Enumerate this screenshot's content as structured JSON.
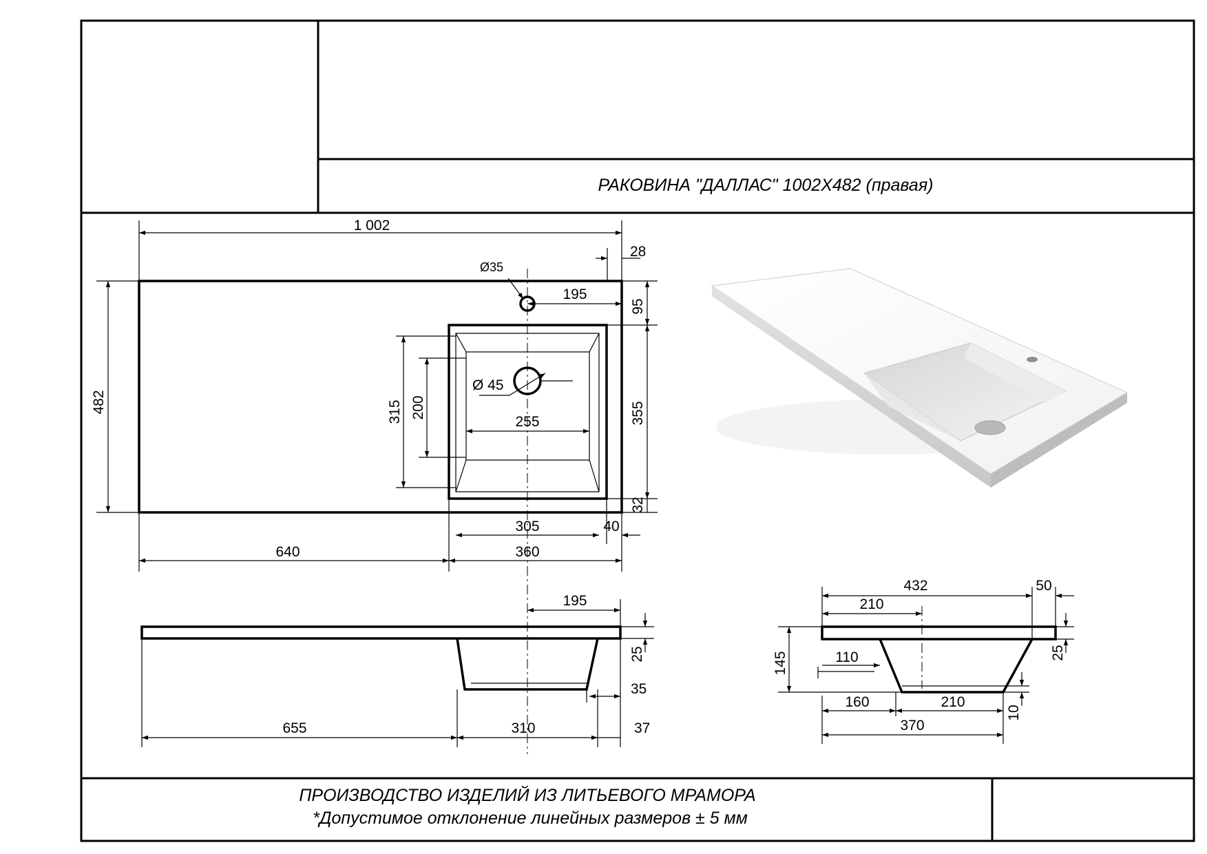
{
  "title": "РАКОВИНА \"ДАЛЛАС\" 1002Х482 (правая)",
  "footer": {
    "line1": "ПРОИЗВОДСТВО ИЗДЕЛИЙ ИЗ ЛИТЬЕВОГО МРАМОРА",
    "line2": "*Допустимое отклонение линейных размеров ±    5 мм"
  },
  "top_view": {
    "overall_width": "1 002",
    "overall_depth": "482",
    "edge_right": "28",
    "tap_hole": "Ø35",
    "tap_offset": "195",
    "tap_depth": "95",
    "bowl_depth": "355",
    "bowl_front": "32",
    "bowl_outer_height": "315",
    "bowl_inner_height": "200",
    "drain_hole": "Ø 45",
    "bowl_inner_width": "255",
    "bowl_bottom_width": "305",
    "bowl_bottom_right": "40",
    "left_width": "640",
    "bowl_width": "360"
  },
  "front_view": {
    "tap_offset": "195",
    "thickness": "25",
    "bottom_right": "35",
    "left": "655",
    "bowl": "310",
    "right": "37"
  },
  "side_view": {
    "depth": "432",
    "back_edge": "50",
    "axis": "210",
    "height": "145",
    "top_offset": "110",
    "thickness": "25",
    "front": "160",
    "bottom": "210",
    "bottom_thickness": "10",
    "bowl_span": "370"
  }
}
